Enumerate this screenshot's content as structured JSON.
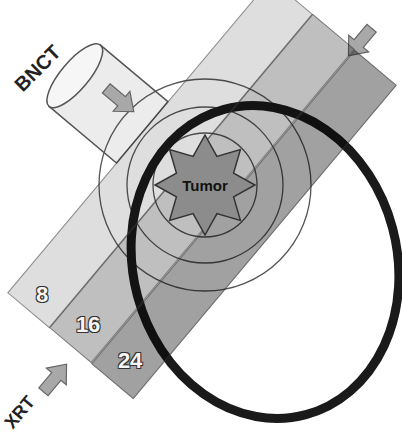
{
  "diagram": {
    "nodes": [
      {
        "text": [
          "Tumor"
        ]
      },
      {
        "text": [
          "8"
        ]
      },
      {
        "text": [
          "16"
        ]
      },
      {
        "text": [
          "24"
        ]
      }
    ],
    "labels": [
      "BNCT",
      "XRT"
    ]
  }
}
